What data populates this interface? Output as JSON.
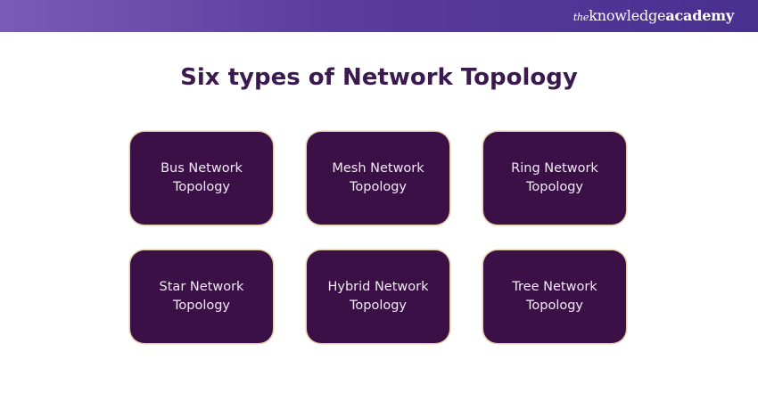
{
  "header": {
    "logo_the": "the",
    "logo_knowledge": "knowledge",
    "logo_academy": "academy"
  },
  "title": "Six types of Network Topology",
  "cards": [
    {
      "label": "Bus Network Topology"
    },
    {
      "label": "Mesh Network Topology"
    },
    {
      "label": "Ring Network Topology"
    },
    {
      "label": "Star Network Topology"
    },
    {
      "label": "Hybrid Network Topology"
    },
    {
      "label": "Tree Network Topology"
    }
  ],
  "colors": {
    "card": "#3b1047",
    "title": "#3b1a4f",
    "header": "#5a3c9e"
  }
}
